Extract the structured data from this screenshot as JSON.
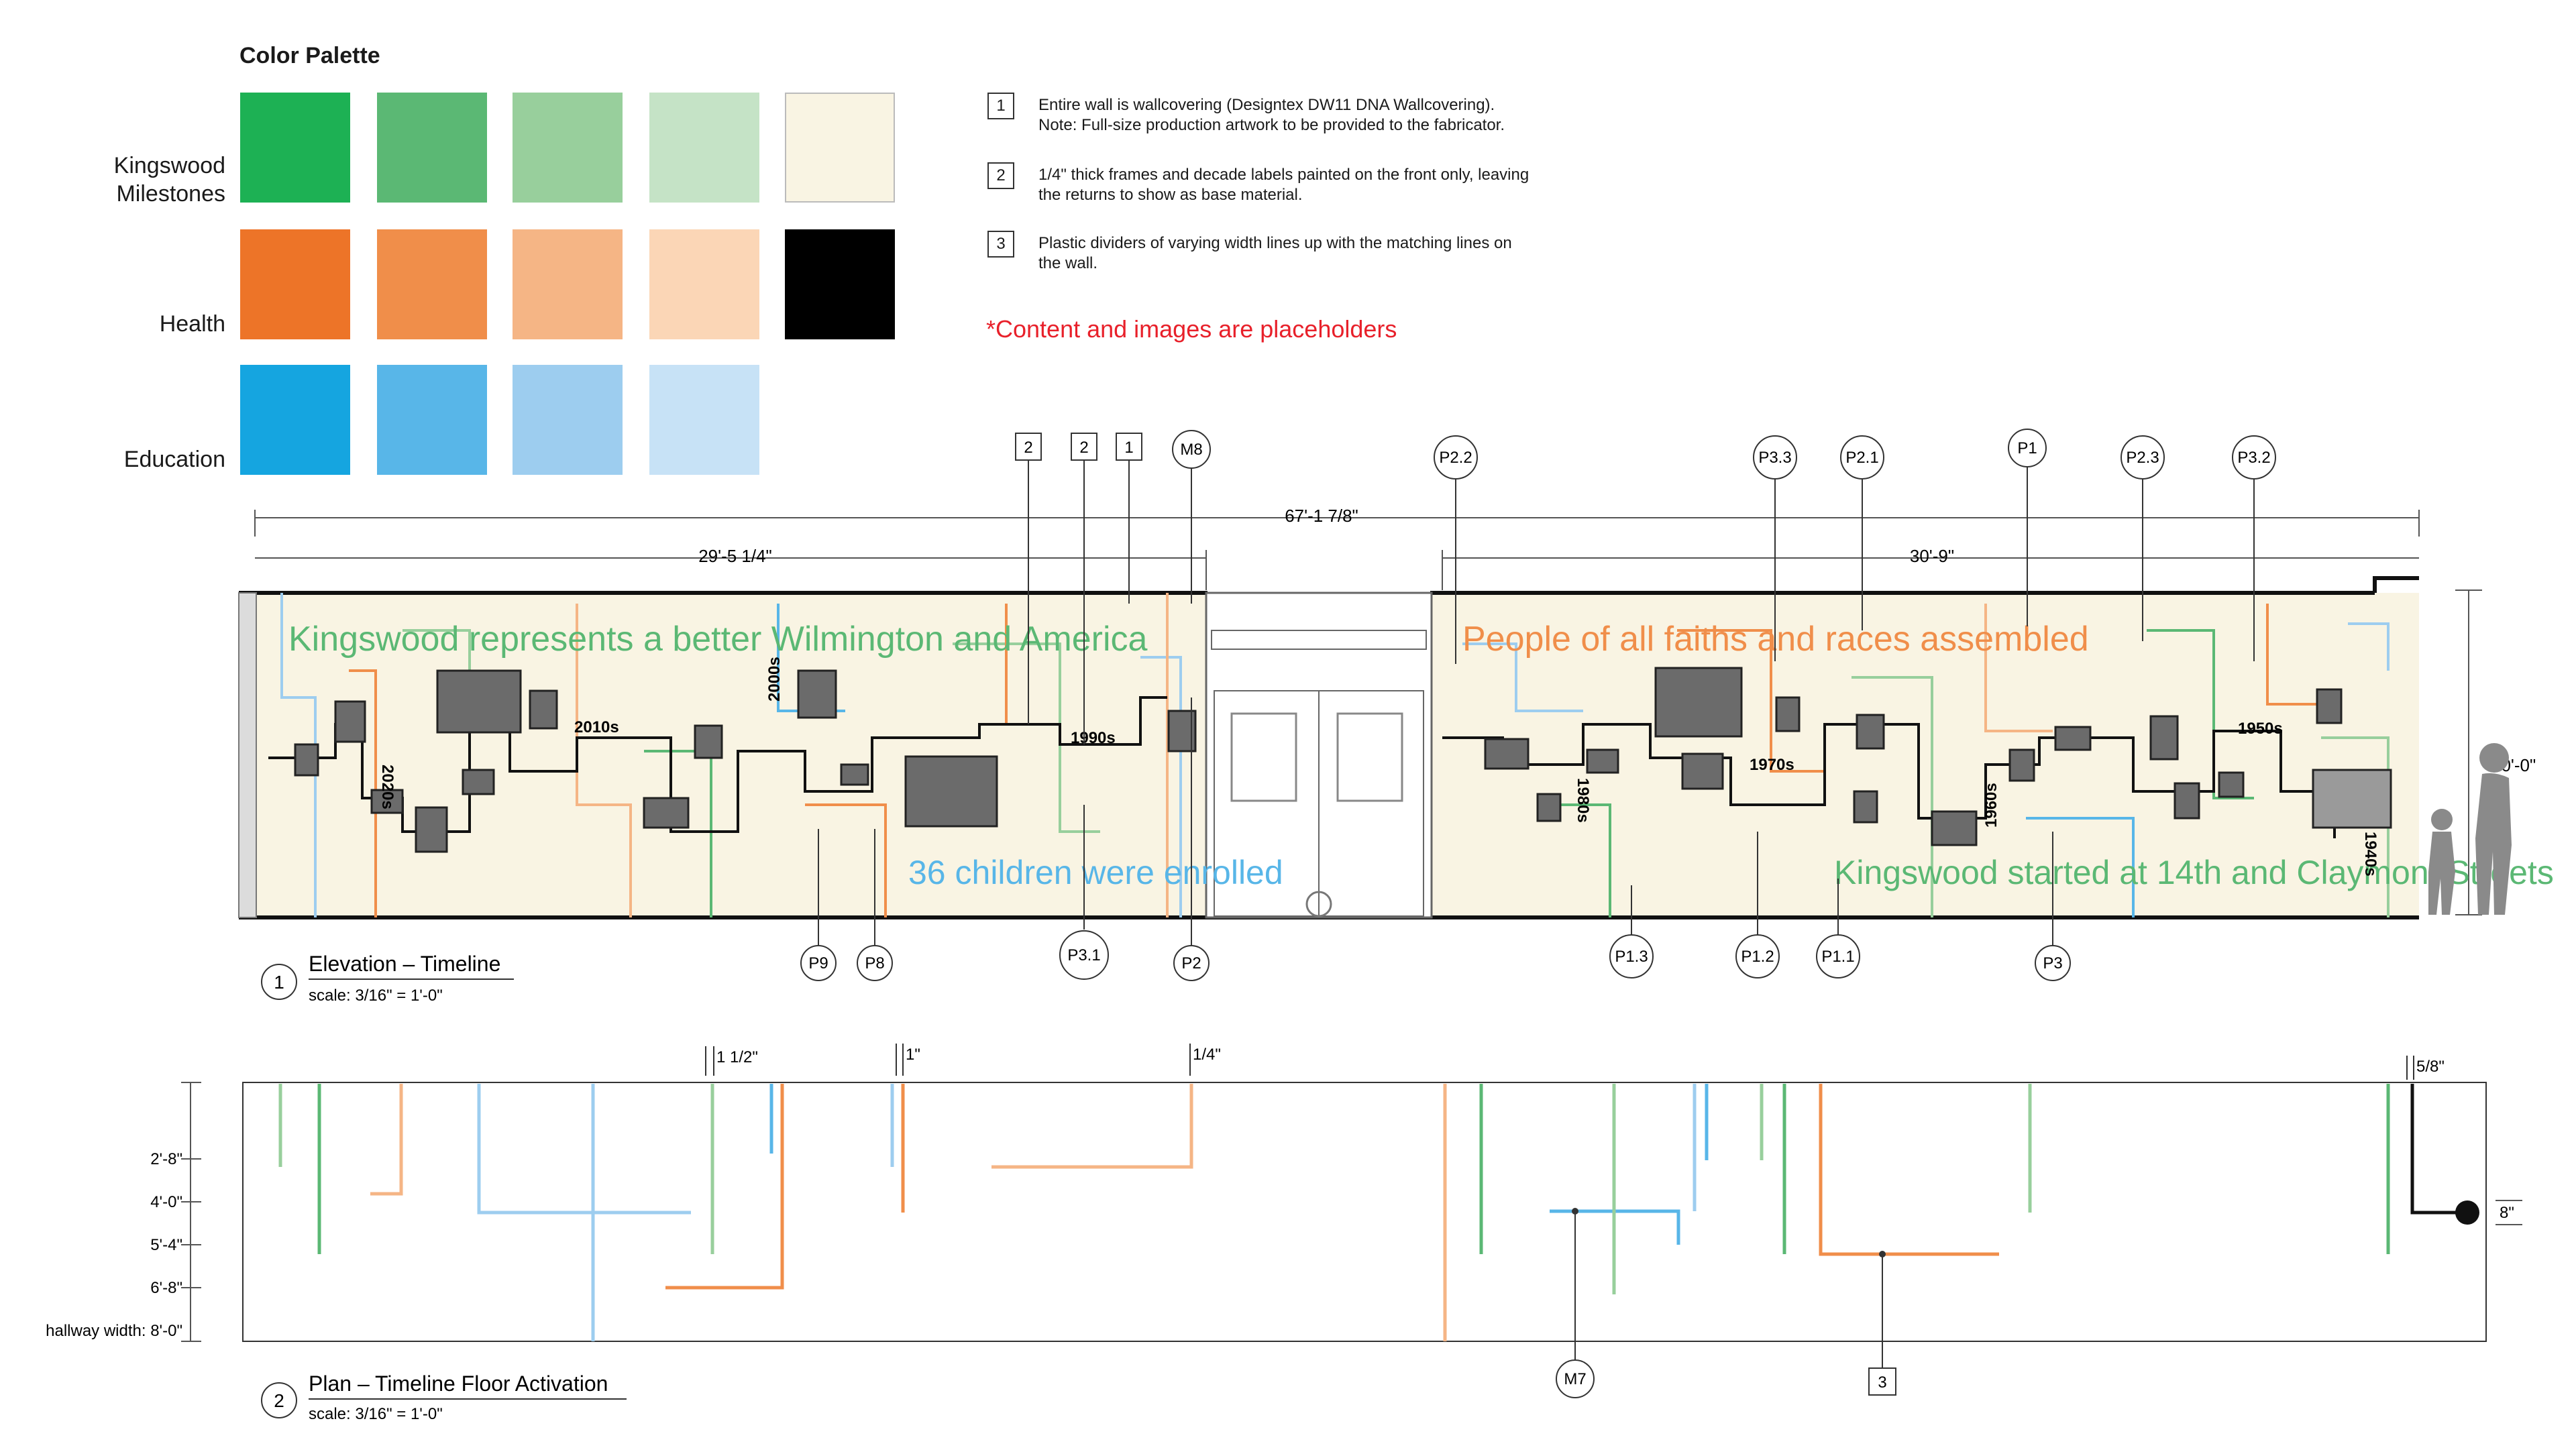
{
  "palette": {
    "title": "Color Palette",
    "categories": [
      {
        "label_line1": "Kingswood",
        "label_line2": "Milestones",
        "swatches": [
          "#1db154",
          "#5bb874",
          "#98cf9c",
          "#c5e3c6",
          "#f9f4e3"
        ]
      },
      {
        "label_line1": "",
        "label_line2": "Health",
        "swatches": [
          "#ed7428",
          "#f08e4a",
          "#f5b585",
          "#fbd6b6",
          "#000000"
        ]
      },
      {
        "label_line1": "",
        "label_line2": "Education",
        "swatches": [
          "#15a5e0",
          "#58b6e8",
          "#9dcdef",
          "#c7e2f6"
        ]
      }
    ]
  },
  "notes": [
    {
      "num": "1",
      "line1": "Entire wall is wallcovering (Designtex DW11 DNA Wallcovering).",
      "line2": "Note: Full-size production artwork to be provided to the fabricator."
    },
    {
      "num": "2",
      "line1": "1/4\" thick frames and decade labels painted on the front only, leaving",
      "line2": "the returns to show as base material."
    },
    {
      "num": "3",
      "line1": "Plastic dividers of varying width lines up with the matching lines on",
      "line2": "the wall."
    }
  ],
  "placeholder_note": "*Content and images are placeholders",
  "elevation": {
    "total_dim": "67'-1 7/8\"",
    "left_dim": "29'-5 1/4\"",
    "right_dim": "30'-9\"",
    "height_dim": "10'-0\"",
    "headline_1": "Kingswood represents a better Wilmington and America",
    "headline_2": "36 children were enrolled",
    "headline_3": "People of all faiths and races assembled",
    "headline_4": "Kingswood started at 14th and Claymont Streets",
    "decades": [
      "2020s",
      "2010s",
      "2000s",
      "1990s",
      "1980s",
      "1970s",
      "1960s",
      "1950s",
      "1940s"
    ],
    "top_tags": [
      "2",
      "2",
      "1"
    ],
    "top_callouts": [
      "M8",
      "P2.2",
      "P3.3",
      "P2.1",
      "P1",
      "P2.3",
      "P3.2"
    ],
    "bottom_callouts": [
      "P9",
      "P8",
      "P3.1",
      "P2",
      "P1.3",
      "P1.2",
      "P1.1",
      "P3"
    ],
    "title_num": "1",
    "title": "Elevation – Timeline",
    "scale": "scale: 3/16\" = 1'-0\""
  },
  "plan": {
    "dims_top": [
      "1 1/2\"",
      "1\"",
      "1/4\"",
      "5/8\""
    ],
    "row_labels": [
      "2'-8\"",
      "4'-0\"",
      "5'-4\"",
      "6'-8\"",
      "hallway width: 8'-0\""
    ],
    "right_dim": "8\"",
    "callout": "M7",
    "tag": "3",
    "title_num": "2",
    "title": "Plan – Timeline Floor Activation",
    "scale": "scale: 3/16\" = 1'-0\""
  }
}
